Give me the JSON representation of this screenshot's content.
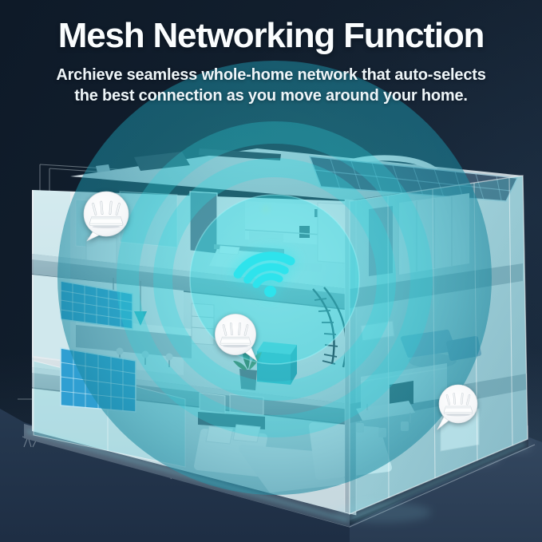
{
  "header": {
    "title": "Mesh Networking Function",
    "subtitle_line1": "Archieve seamless whole-home network that auto-selects",
    "subtitle_line2": "the best connection as you move around your home."
  },
  "scene": {
    "illustration": "isometric three-floor cutaway smart home",
    "wifi_icon": "wifi-signal-icon",
    "coverage_ring_count": 3,
    "router_callouts": [
      {
        "icon": "router-icon",
        "position": "top-floor-left"
      },
      {
        "icon": "router-icon",
        "position": "middle-floor-center"
      },
      {
        "icon": "router-icon",
        "position": "ground-floor-right"
      }
    ]
  },
  "colors": {
    "background_navy": "#13202f",
    "accent_cyan": "#2ee3ec",
    "coverage_teal": "#23b7c4",
    "solar_blue": "#2f9fd2",
    "text_white": "#f7fbfd"
  }
}
